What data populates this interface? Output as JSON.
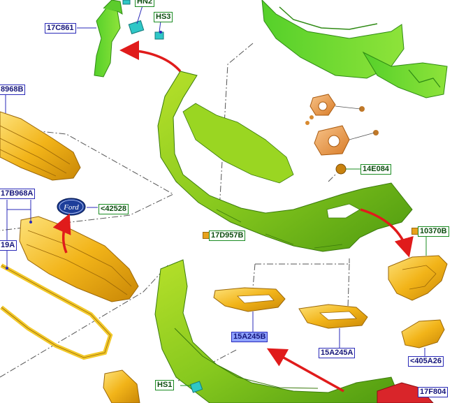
{
  "labels": {
    "l_17c861": "17C861",
    "l_hn2": "HN2",
    "l_hs3": "HS3",
    "l_8968b": "8968B",
    "l_17b968a": "17B968A",
    "l_42528": "<42528",
    "l_19a": "19A",
    "l_17d957b": "17D957B",
    "l_14e084": "14E084",
    "l_10370b": "10370B",
    "l_15a245b": "15A245B",
    "l_15a245a": "15A245A",
    "l_405a26": "<405A26",
    "l_hs1": "HS1",
    "l_17f804": "17F804",
    "ford_logo": "Ford"
  },
  "colors": {
    "bumper_green": "#86c81e",
    "bracket_green": "#3fbf1f",
    "grille_yellow": "#f0b418",
    "trim_yellow": "#f2c92a",
    "bracket_orange": "#f0a14a",
    "clip_cyan": "#2fc7c7",
    "arrow_red": "#e01b1b",
    "emblem_blue": "#1d3e9a"
  }
}
